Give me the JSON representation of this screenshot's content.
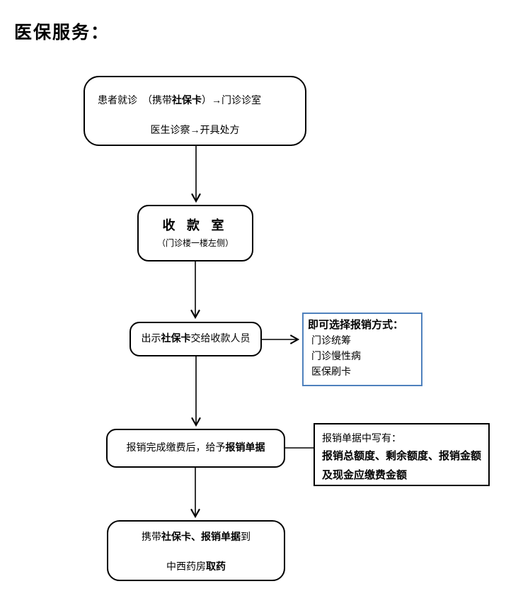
{
  "title": "医保服务：",
  "colors": {
    "line": "#000000",
    "callout_border": "#4f81bd"
  },
  "flow": {
    "box1": {
      "line1": [
        {
          "t": "患者就诊　（携带"
        },
        {
          "t": "社保卡",
          "b": true
        },
        {
          "t": "）→门诊诊室"
        }
      ],
      "line2": [
        {
          "t": "医生诊察→开具处方"
        }
      ]
    },
    "box2": {
      "title": "收 款 室",
      "subtitle": "（门诊楼一楼左侧）"
    },
    "box3": {
      "line": [
        {
          "t": "出示"
        },
        {
          "t": "社保卡",
          "b": true
        },
        {
          "t": "交给收款人员"
        }
      ]
    },
    "callout1": {
      "header": "即可选择报销方式：",
      "items": [
        "门诊统筹",
        "门诊慢性病",
        "医保刷卡"
      ]
    },
    "box4": {
      "line": [
        {
          "t": "报销完成缴费后，给予"
        },
        {
          "t": "报销单据",
          "b": true
        }
      ]
    },
    "callout2": {
      "line1": [
        {
          "t": "报销单据中写有："
        }
      ],
      "line2": [
        {
          "t": "报销总额度、剩余额度、报销金额",
          "b": true
        }
      ],
      "line3": [
        {
          "t": "及现金应缴费金额",
          "b": true
        }
      ]
    },
    "box5": {
      "line1": [
        {
          "t": "携带"
        },
        {
          "t": "社保卡、报销单据",
          "b": true
        },
        {
          "t": "到"
        }
      ],
      "line2": [
        {
          "t": "中西药房"
        },
        {
          "t": "取药",
          "b": true
        }
      ]
    }
  }
}
